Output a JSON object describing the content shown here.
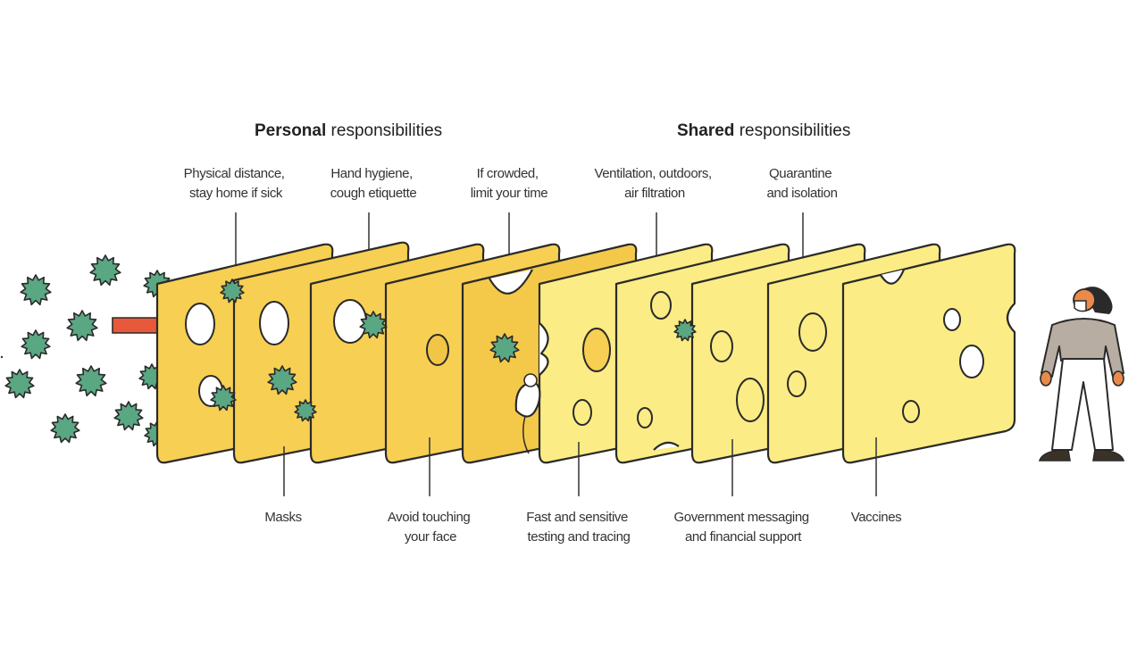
{
  "headers": {
    "personal": {
      "bold": "Personal",
      "rest": " responsibilities"
    },
    "shared": {
      "bold": "Shared",
      "rest": " responsibilities"
    }
  },
  "top_labels": [
    [
      "Physical distance,",
      "stay home if sick"
    ],
    [
      "Hand hygiene,",
      "cough etiquette"
    ],
    [
      "If crowded,",
      "limit your time"
    ],
    [
      "Ventilation, outdoors,",
      "air filtration"
    ],
    [
      "Quarantine",
      "and isolation"
    ]
  ],
  "bottom_labels": [
    [
      "Masks"
    ],
    [
      "Avoid touching",
      "your face"
    ],
    [
      "Fast and sensitive",
      "testing and tracing"
    ],
    [
      "Government messaging",
      "and financial support"
    ],
    [
      "Vaccines"
    ]
  ],
  "colors": {
    "personal_slice": "#f7cf52",
    "personal_slice_dark": "#f2c547",
    "shared_slice": "#fbec85",
    "virus": "#5aa783",
    "arrow": "#e8583a",
    "outline": "#2a2a2a"
  },
  "icons": {
    "virus": "virus-icon",
    "arrow": "transmission-arrow-icon",
    "mouse": "mouse-icon",
    "person": "person-icon"
  }
}
